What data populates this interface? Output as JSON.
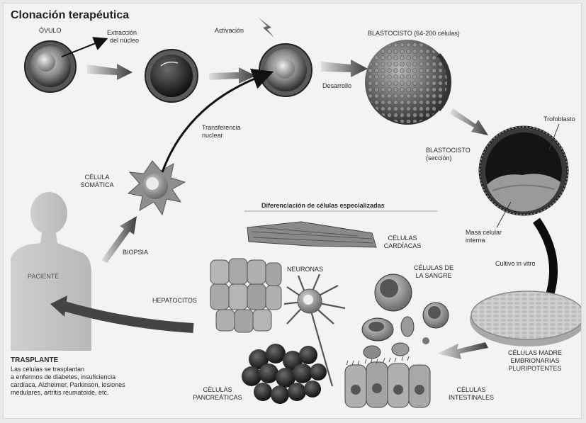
{
  "title": "Clonación terapéutica",
  "labels": {
    "ovulo": "ÓVULO",
    "extraccion_line1": "Extracción",
    "extraccion_line2": "del núcleo",
    "activacion": "Activación",
    "blastocisto_top": "BLASTOCISTO (64-200 células)",
    "desarrollo": "Desarrollo",
    "transferencia_line1": "Transferencia",
    "transferencia_line2": "nuclear",
    "celula_somatica_line1": "CÉLULA",
    "celula_somatica_line2": "SOMÁTICA",
    "blastocisto_seccion_line1": "BLASTOCISTO",
    "blastocisto_seccion_line2": "(sección)",
    "trofoblasto": "Trofoblasto",
    "masa_line1": "Masa celular",
    "masa_line2": "interna",
    "cultivo": "Cultivo in vitro",
    "diferenciacion": "Diferenciación de células especializadas",
    "cardiacas_line1": "CÉLULAS",
    "cardiacas_line2": "CARDÍACAS",
    "neuronas": "NEURONAS",
    "sangre_line1": "CÉLULAS DE",
    "sangre_line2": "LA SANGRE",
    "hepatocitos": "HEPATOCITOS",
    "biopsia": "BIOPSIA",
    "paciente": "PACIENTE",
    "madre_line1": "CÉLULAS MADRE",
    "madre_line2": "EMBRIONARIAS",
    "madre_line3": "PLURIPOTENTES",
    "intestinales_line1": "CÉLULAS",
    "intestinales_line2": "INTESTINALES",
    "pancreaticas_line1": "CÉLULAS",
    "pancreaticas_line2": "PANCREÁTICAS"
  },
  "trasplante": {
    "heading": "TRASPLANTE",
    "line1": "Las células se trasplantan",
    "line2": "a enfermos de diabetes, insuficiencia",
    "line3": "cardíaca, Alzheimer, Parkinson, lesiones",
    "line4": "medulares, artritis reumatoide, etc."
  }
}
